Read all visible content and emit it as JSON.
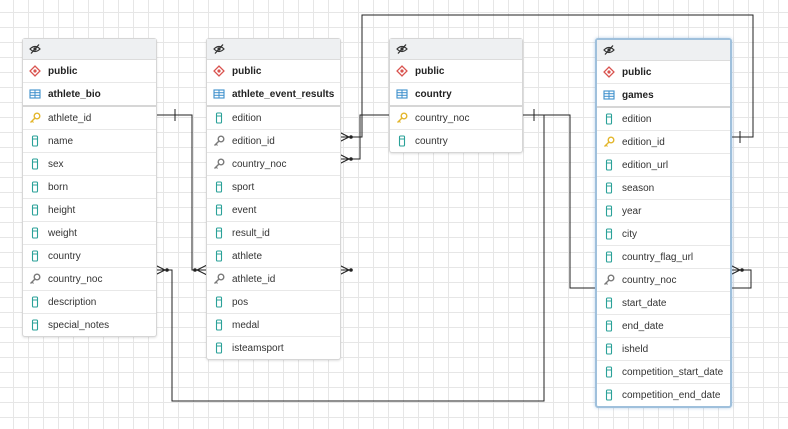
{
  "colors": {
    "schema_icon": "#d9534f",
    "table_icon": "#3d8fcc",
    "column_icon": "#2aa198",
    "primary_key_icon": "#e3b62c",
    "foreign_key_icon": "#7a7a7a",
    "selected_border": "#9fc0dc"
  },
  "tables": [
    {
      "id": "athlete_bio",
      "schema": "public",
      "name": "athlete_bio",
      "selected": false,
      "columns": [
        {
          "name": "athlete_id",
          "icon": "primary-key-icon"
        },
        {
          "name": "name",
          "icon": "column-icon"
        },
        {
          "name": "sex",
          "icon": "column-icon"
        },
        {
          "name": "born",
          "icon": "column-icon"
        },
        {
          "name": "height",
          "icon": "column-icon"
        },
        {
          "name": "weight",
          "icon": "column-icon"
        },
        {
          "name": "country",
          "icon": "column-icon"
        },
        {
          "name": "country_noc",
          "icon": "foreign-key-icon"
        },
        {
          "name": "description",
          "icon": "column-icon"
        },
        {
          "name": "special_notes",
          "icon": "column-icon"
        }
      ]
    },
    {
      "id": "athlete_event_results",
      "schema": "public",
      "name": "athlete_event_results",
      "selected": false,
      "columns": [
        {
          "name": "edition",
          "icon": "column-icon"
        },
        {
          "name": "edition_id",
          "icon": "foreign-key-icon"
        },
        {
          "name": "country_noc",
          "icon": "foreign-key-icon"
        },
        {
          "name": "sport",
          "icon": "column-icon"
        },
        {
          "name": "event",
          "icon": "column-icon"
        },
        {
          "name": "result_id",
          "icon": "column-icon"
        },
        {
          "name": "athlete",
          "icon": "column-icon"
        },
        {
          "name": "athlete_id",
          "icon": "foreign-key-icon"
        },
        {
          "name": "pos",
          "icon": "column-icon"
        },
        {
          "name": "medal",
          "icon": "column-icon"
        },
        {
          "name": "isteamsport",
          "icon": "column-icon"
        }
      ]
    },
    {
      "id": "country",
      "schema": "public",
      "name": "country",
      "selected": false,
      "columns": [
        {
          "name": "country_noc",
          "icon": "primary-key-icon"
        },
        {
          "name": "country",
          "icon": "column-icon"
        }
      ]
    },
    {
      "id": "games",
      "schema": "public",
      "name": "games",
      "selected": true,
      "columns": [
        {
          "name": "edition",
          "icon": "column-icon"
        },
        {
          "name": "edition_id",
          "icon": "primary-key-icon"
        },
        {
          "name": "edition_url",
          "icon": "column-icon"
        },
        {
          "name": "season",
          "icon": "column-icon"
        },
        {
          "name": "year",
          "icon": "column-icon"
        },
        {
          "name": "city",
          "icon": "column-icon"
        },
        {
          "name": "country_flag_url",
          "icon": "column-icon"
        },
        {
          "name": "country_noc",
          "icon": "foreign-key-icon"
        },
        {
          "name": "start_date",
          "icon": "column-icon"
        },
        {
          "name": "end_date",
          "icon": "column-icon"
        },
        {
          "name": "isheld",
          "icon": "column-icon"
        },
        {
          "name": "competition_start_date",
          "icon": "column-icon"
        },
        {
          "name": "competition_end_date",
          "icon": "column-icon"
        }
      ]
    }
  ]
}
